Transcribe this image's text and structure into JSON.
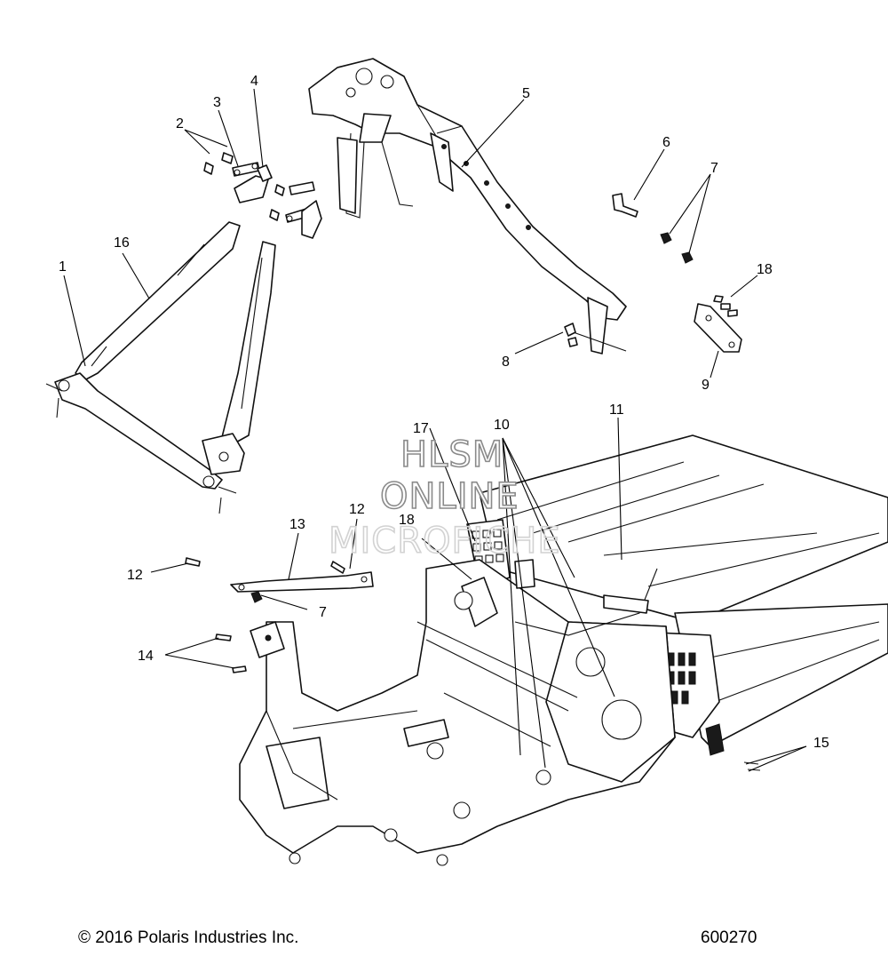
{
  "callouts": {
    "c1": "1",
    "c2": "2",
    "c3": "3",
    "c4": "4",
    "c5": "5",
    "c6": "6",
    "c7a": "7",
    "c7b": "7",
    "c8": "8",
    "c9": "9",
    "c10": "10",
    "c11": "11",
    "c12a": "12",
    "c12b": "12",
    "c13": "13",
    "c14": "14",
    "c15": "15",
    "c16": "16",
    "c17": "17",
    "c18a": "18",
    "c18b": "18"
  },
  "watermark": {
    "line1": "HLSM",
    "line2": "ONLINE",
    "line3": "MICROFICHE"
  },
  "footer": {
    "copyright": "© 2016 Polaris Industries Inc.",
    "figure_number": "600270"
  }
}
